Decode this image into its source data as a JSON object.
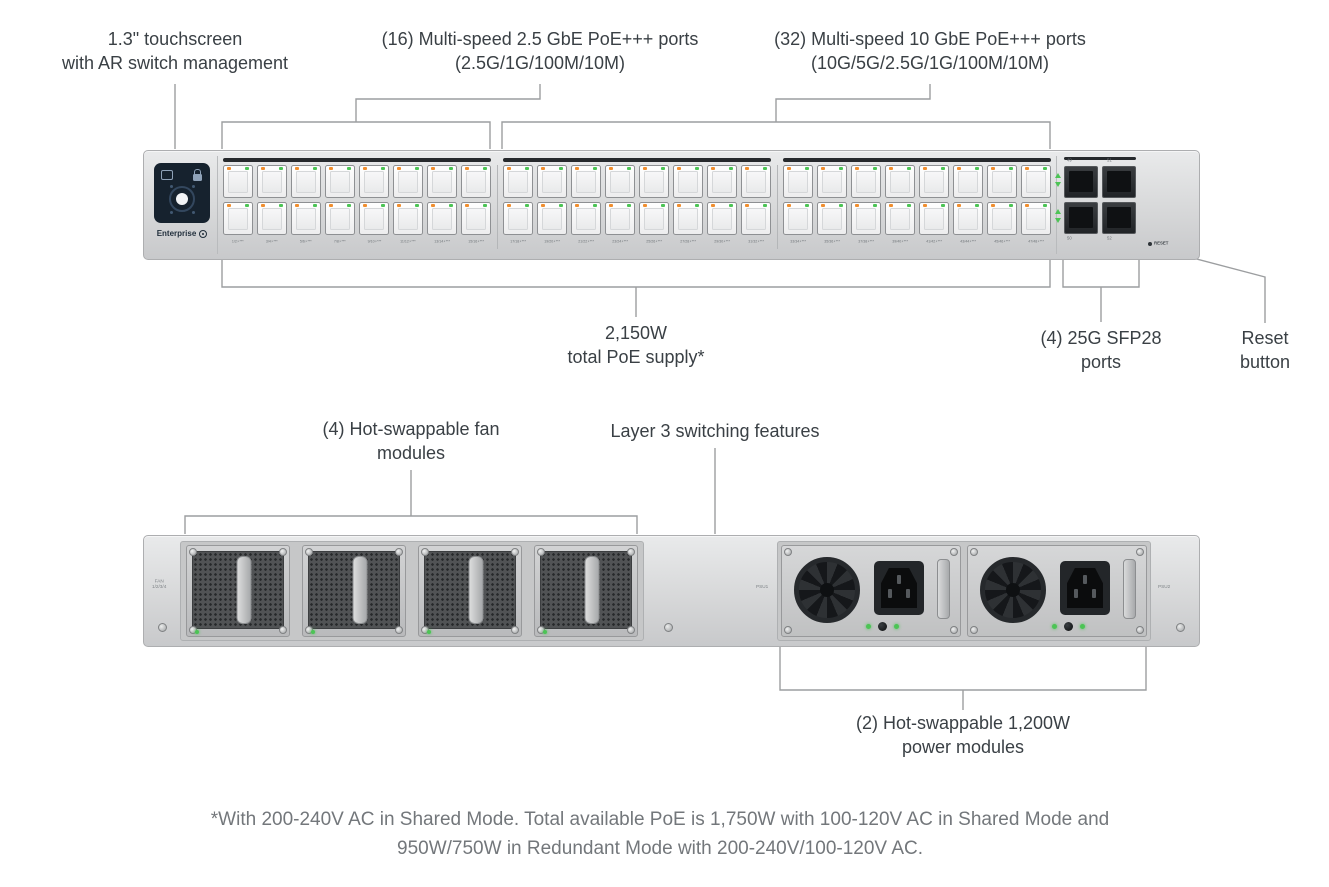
{
  "colors": {
    "line": "#9c9ea0",
    "led_orange": "#f08e2f",
    "led_green": "#4cc455"
  },
  "callouts": {
    "touchscreen": "1.3\" touchscreen\nwith AR switch management",
    "ports_2_5gbe": "(16) Multi-speed 2.5 GbE PoE+++ ports\n(2.5G/1G/100M/10M)",
    "ports_10gbe": "(32) Multi-speed 10 GbE PoE+++ ports\n(10G/5G/2.5G/1G/100M/10M)",
    "poe_supply": "2,150W\ntotal PoE supply*",
    "sfp28": "(4) 25G SFP28\nports",
    "reset": "Reset\nbutton",
    "fans": "(4) Hot-swappable fan\nmodules",
    "layer3": "Layer 3 switching features",
    "power": "(2) Hot-swappable 1,200W\npower modules",
    "footnote": "*With 200-240V AC in Shared Mode. Total available PoE is 1,750W with 100-120V AC in Shared Mode and\n950W/750W in Redundant Mode with 200-240V/100-120V AC."
  },
  "front": {
    "brand": "Enterprise",
    "reset_label": "RESET",
    "port_groups": 3,
    "cols_per_group": 8,
    "port_labels": [
      "1/2⚡***",
      "3/4⚡***",
      "5/6⚡***",
      "7/8⚡***",
      "9/10⚡***",
      "11/12⚡***",
      "13/14⚡***",
      "15/16⚡***",
      "17/18⚡***",
      "19/20⚡***",
      "21/22⚡***",
      "23/24⚡***",
      "25/26⚡***",
      "27/28⚡***",
      "29/30⚡***",
      "31/32⚡***",
      "33/34⚡***",
      "35/36⚡***",
      "37/38⚡***",
      "39/40⚡***",
      "41/42⚡***",
      "43/44⚡***",
      "45/46⚡***",
      "47/48⚡***"
    ],
    "sfp_labels": [
      "49",
      "51",
      "50",
      "52"
    ]
  },
  "rear": {
    "fan_count": 4,
    "psu_count": 2,
    "fan_bay_label": "FAN\n1/2/3/4",
    "psu1_label": "PSU1",
    "psu2_label": "PSU2"
  }
}
